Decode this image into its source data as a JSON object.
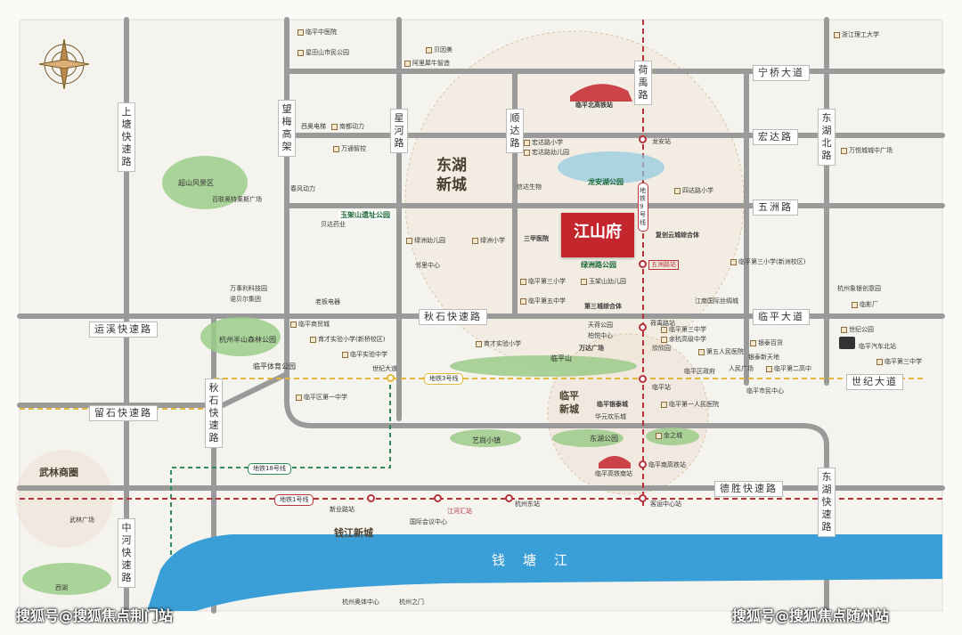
{
  "project": {
    "name": "江山府",
    "highlight_color": "#c4262e"
  },
  "districts": [
    "东湖新城",
    "临平新城",
    "钱江新城",
    "武林商圈"
  ],
  "roads": {
    "horizontal": [
      "宁桥大道",
      "宏达路",
      "五洲路",
      "运溪快速路",
      "秋石快速路",
      "临平大道",
      "世纪大道",
      "留石快速路",
      "德胜快速路"
    ],
    "vertical": [
      "上塘快速路",
      "望梅高架",
      "星河路",
      "顺达路",
      "荷禹路",
      "东湖北路",
      "秋石快速路",
      "中河快速路",
      "东湖快速路"
    ]
  },
  "metro": {
    "lines": [
      "地铁9号线",
      "地铁3号线",
      "地铁18号线",
      "地铁1号线"
    ],
    "stations": [
      "龙安站",
      "五洲路站",
      "荷禹路站",
      "临平站",
      "临平南高铁站",
      "世纪大道",
      "新业路站",
      "江河汇站",
      "杭州东站",
      "客运中心站",
      "临平北高铁站",
      "临平高铁南站"
    ],
    "colors": {
      "line9": "#b8323a",
      "line3": "#e0b93a",
      "line18": "#2e8b57",
      "line1": "#b8323a"
    }
  },
  "green": [
    "玉架山遗址公园",
    "龙安湖公园",
    "绿洲路公园",
    "超山风景区",
    "杭州半山森林公园",
    "临平体育公园",
    "临平山",
    "东湖公园",
    "艺尚小镇"
  ],
  "pois": {
    "p01": "临平中医院",
    "p02": "星田山市民公园",
    "p03": "贝因美",
    "p04": "阿里犀牛智造",
    "p05": "浙江理工大学",
    "p06": "西奥电梯",
    "p07": "南都动力",
    "p08": "万通智控",
    "p09": "宏达路小学",
    "p10": "宏达路幼儿园",
    "p11": "万悦城城中广场",
    "p12": "春风动力",
    "p13": "信达生物",
    "p14": "四达路小学",
    "p15": "百联奥特莱斯广场",
    "p16": "贝达药业",
    "p17": "绿洲幼儿园",
    "p18": "绿洲小学",
    "p19": "三甲医院",
    "p20": "邻里中心",
    "p21": "复创云城综合体",
    "p22": "临平第三小学(新洲校区)",
    "p23": "万事利科技园",
    "p24": "诺贝尔集团",
    "p25": "老板电器",
    "p26": "临平第三小学",
    "p27": "玉架山幼儿园",
    "p28": "临平第五中学",
    "p29": "第三城综合体",
    "p30": "江南国际丝绸城",
    "p31": "杭州象银创意园",
    "p32": "临影厂",
    "p33": "临平商贸城",
    "p34": "育才实验小学(新桥校区)",
    "p35": "临平实验中学",
    "p36": "天荷公园",
    "p37": "柏悦中心",
    "p38": "临平第三中学",
    "p39": "余杭高级中学",
    "p40": "银泰百货",
    "p41": "世纪公园",
    "p42": "临平汽车北站",
    "p43": "育才实验小学",
    "p44": "万达广场",
    "p45": "欣欣园",
    "p46": "第五人民医院",
    "p47": "银泰新天地",
    "p48": "人民广场",
    "p49": "临平第二高中",
    "p50": "临平区政府",
    "p51": "临平第三中学",
    "p52": "临平区第一中学",
    "p53": "临平银泰城",
    "p54": "临平第一人民医院",
    "p55": "临平市民中心",
    "p56": "华元欢乐城",
    "p57": "金之城",
    "p58": "国际会议中心",
    "p59": "杭州之门",
    "p60": "杭州奥体中心",
    "p61": "武林广场",
    "p62": "西湖",
    "p63": "钱塘江"
  },
  "river": {
    "name": "钱塘江",
    "color": "#3a9fd6"
  },
  "watermarks": [
    "搜狐号@搜狐焦点荆门站",
    "搜狐号@搜狐焦点随州站"
  ]
}
